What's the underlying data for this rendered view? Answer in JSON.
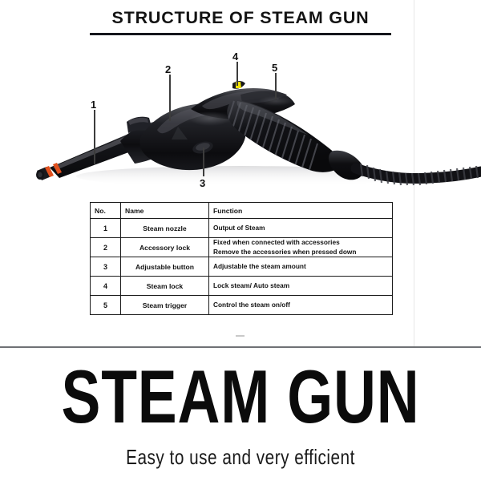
{
  "diagram": {
    "title": "STRUCTURE OF STEAM GUN",
    "callouts": [
      {
        "number": "1",
        "target": "steam-nozzle"
      },
      {
        "number": "2",
        "target": "accessory-lock"
      },
      {
        "number": "3",
        "target": "adjustable-button"
      },
      {
        "number": "4",
        "target": "steam-lock"
      },
      {
        "number": "5",
        "target": "steam-trigger"
      }
    ],
    "product_colors": {
      "body": "#111114",
      "body_highlight": "#4a4a50",
      "nozzle_accent": "#e0501e",
      "steam_lock_accent": "#f2e205",
      "backdrop": "#ffffff"
    }
  },
  "table": {
    "headers": [
      "No.",
      "Name",
      "Function"
    ],
    "rows": [
      {
        "no": "1",
        "name": "Steam nozzle",
        "function_lines": [
          "Output of Steam"
        ]
      },
      {
        "no": "2",
        "name": "Accessory lock",
        "function_lines": [
          "Fixed when connected with accessories",
          "Remove the accessories when pressed down"
        ]
      },
      {
        "no": "3",
        "name": "Adjustable button",
        "function_lines": [
          "Adjustable the steam amount"
        ]
      },
      {
        "no": "4",
        "name": "Steam lock",
        "function_lines": [
          "Lock steam/ Auto steam"
        ]
      },
      {
        "no": "5",
        "name": "Steam trigger",
        "function_lines": [
          "Control the steam on/off"
        ]
      }
    ]
  },
  "banner": {
    "title": "STEAM GUN",
    "subtitle": "Easy to use and very efficient"
  }
}
